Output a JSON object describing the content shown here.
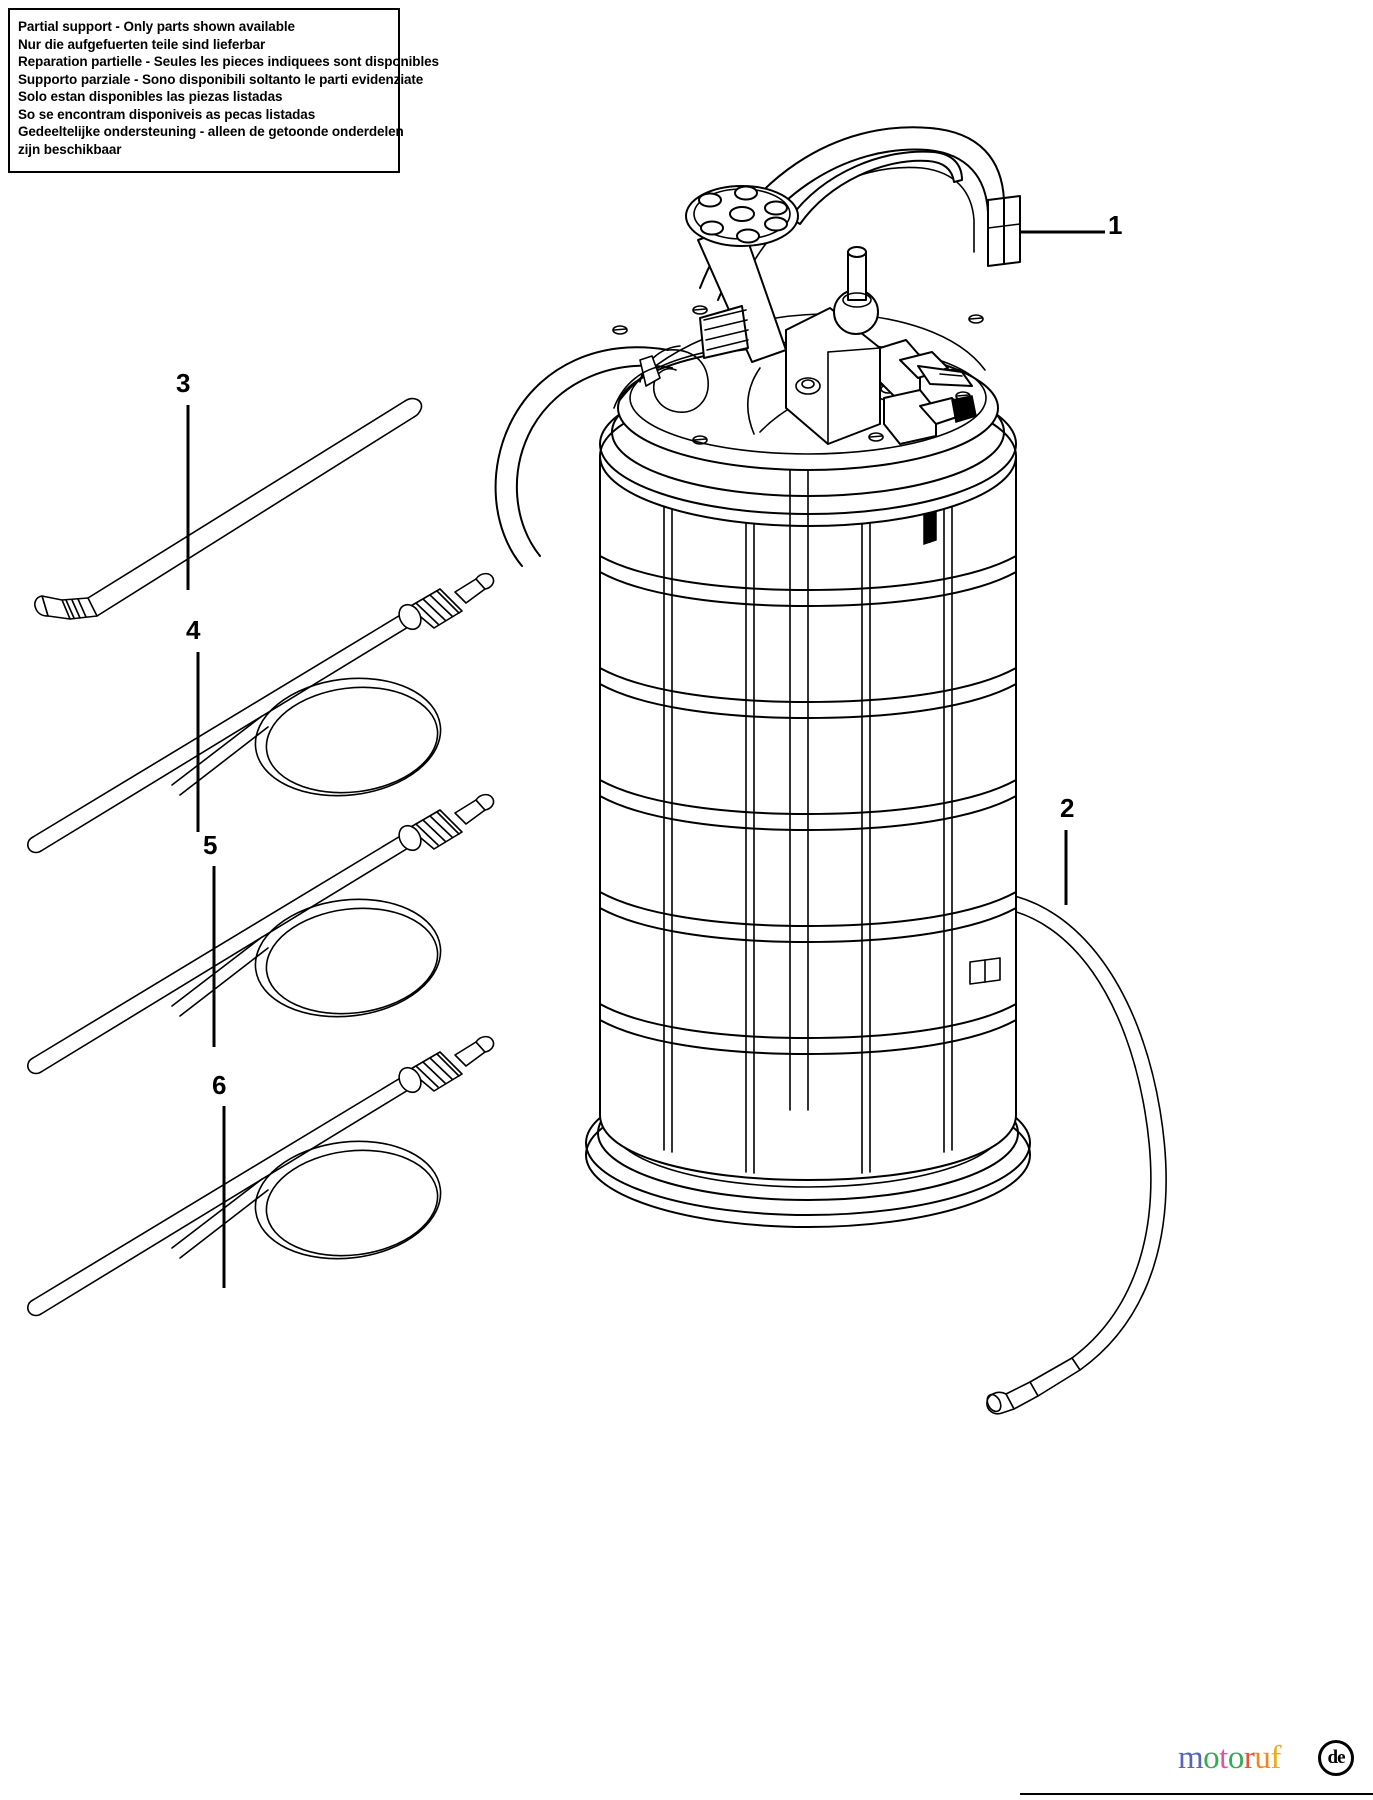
{
  "document": {
    "type": "exploded-parts-diagram",
    "subject": "Fluid extractor / vacuum oil pump with suction tubes and hoses"
  },
  "notice": {
    "title": "Partial support - Only parts shown available",
    "lines": [
      "Partial support - Only parts shown available",
      "Nur die aufgefuerten teile sind lieferbar",
      "Reparation partielle - Seules les pieces indiquees sont disponibles",
      "Supporto parziale - Sono disponibili soltanto le parti evidenziate",
      "Solo estan disponibles las piezas listadas",
      "So se encontram disponiveis as pecas listadas",
      "Gedeeltelijke ondersteuning - alleen de getoonde onderdelen",
      "zijn beschikbaar"
    ]
  },
  "callouts": [
    {
      "id": "1",
      "label": "1",
      "part": "extractor-main-unit"
    },
    {
      "id": "2",
      "label": "2",
      "part": "discharge-hose"
    },
    {
      "id": "3",
      "label": "3",
      "part": "suction-probe-large"
    },
    {
      "id": "4",
      "label": "4",
      "part": "suction-tube-hose-assembly-a"
    },
    {
      "id": "5",
      "label": "5",
      "part": "suction-tube-hose-assembly-b"
    },
    {
      "id": "6",
      "label": "6",
      "part": "suction-tube-hose-assembly-c"
    }
  ],
  "watermark": {
    "text": "motoruf",
    "badge": "de",
    "letters": [
      {
        "ch": "m",
        "color": "#5566bb"
      },
      {
        "ch": "o",
        "color": "#33aa55"
      },
      {
        "ch": "t",
        "color": "#e05599"
      },
      {
        "ch": "o",
        "color": "#33aa55"
      },
      {
        "ch": "r",
        "color": "#e0553a"
      },
      {
        "ch": "u",
        "color": "#ee8822"
      },
      {
        "ch": "f",
        "color": "#eeaa11"
      }
    ]
  },
  "colors": {
    "line": "#000000",
    "background": "#ffffff"
  }
}
